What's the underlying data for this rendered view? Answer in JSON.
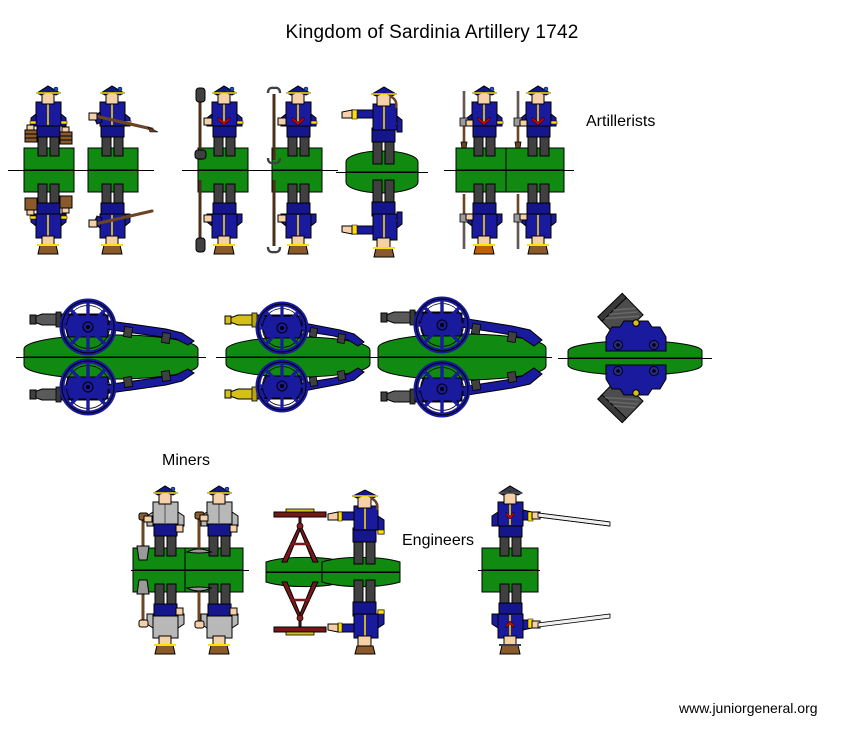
{
  "document": {
    "title": "Kingdom of Sardinia Artillery 1742",
    "credit": "www.juniorgeneral.org",
    "sheet_type": "paper-miniatures-fold-over-sheet"
  },
  "labels": {
    "artillerists": "Artillerists",
    "miners": "Miners",
    "engineers": "Engineers"
  },
  "palette": {
    "base_green": "#108a10",
    "base_green_dark": "#006000",
    "coat_blue": "#1a1a9e",
    "uniform_navy": "#15158c",
    "trim_yellow": "#ffe000",
    "facing_red": "#d00000",
    "skin": "#f5d0a9",
    "boot_black": "#404040",
    "metal_gray": "#4d4d4d",
    "brass": "#d4c018",
    "miner_gray": "#b8b8b8",
    "wood_brown": "#6b4423",
    "tripod_red": "#7a1818",
    "outline": "#000000",
    "background": "#ffffff"
  },
  "sections": [
    {
      "name": "artillerists",
      "label": "Artillerists",
      "figures": [
        {
          "id": "bucket-carrier",
          "pose": "carrying two water buckets",
          "base": "rectangle"
        },
        {
          "id": "linstock-bearer",
          "pose": "holding linstock / handspike horizontally",
          "base": "rectangle"
        },
        {
          "id": "rammer-crew",
          "pose": "holding vertical rammer staff",
          "base": "rectangle"
        },
        {
          "id": "worm-crew",
          "pose": "holding vertical worm tool",
          "base": "rectangle"
        },
        {
          "id": "officer-pointing",
          "pose": "officer pointing forward",
          "base": "oval"
        },
        {
          "id": "musketeer-a",
          "pose": "standing with musket at order arms",
          "base": "rectangle"
        },
        {
          "id": "musketeer-b",
          "pose": "standing with musket at order arms",
          "base": "rectangle"
        }
      ]
    },
    {
      "name": "guns",
      "label": "",
      "figures": [
        {
          "id": "field-gun-iron",
          "pose": "field gun, iron barrel, blue carriage",
          "base": "oval"
        },
        {
          "id": "field-gun-brass",
          "pose": "field gun, brass barrel, blue carriage",
          "base": "oval"
        },
        {
          "id": "field-gun-heavy",
          "pose": "heavy field gun, iron barrel, blue carriage",
          "base": "oval"
        },
        {
          "id": "mortar",
          "pose": "siege mortar on blue bed",
          "base": "oval"
        }
      ]
    },
    {
      "name": "miners",
      "label": "Miners",
      "figures": [
        {
          "id": "miner-shovel",
          "pose": "miner with shovel",
          "base": "rectangle"
        },
        {
          "id": "miner-pick",
          "pose": "miner with pickaxe",
          "base": "rectangle"
        }
      ]
    },
    {
      "name": "engineers",
      "label": "Engineers",
      "figures": [
        {
          "id": "engineer-tripod",
          "pose": "surveying tripod / plane table",
          "base": "oval"
        },
        {
          "id": "engineer-officer",
          "pose": "engineer officer gesturing",
          "base": "oval"
        },
        {
          "id": "engineer-rodman",
          "pose": "engineer holding long measuring rod",
          "base": "rectangle"
        }
      ]
    }
  ]
}
